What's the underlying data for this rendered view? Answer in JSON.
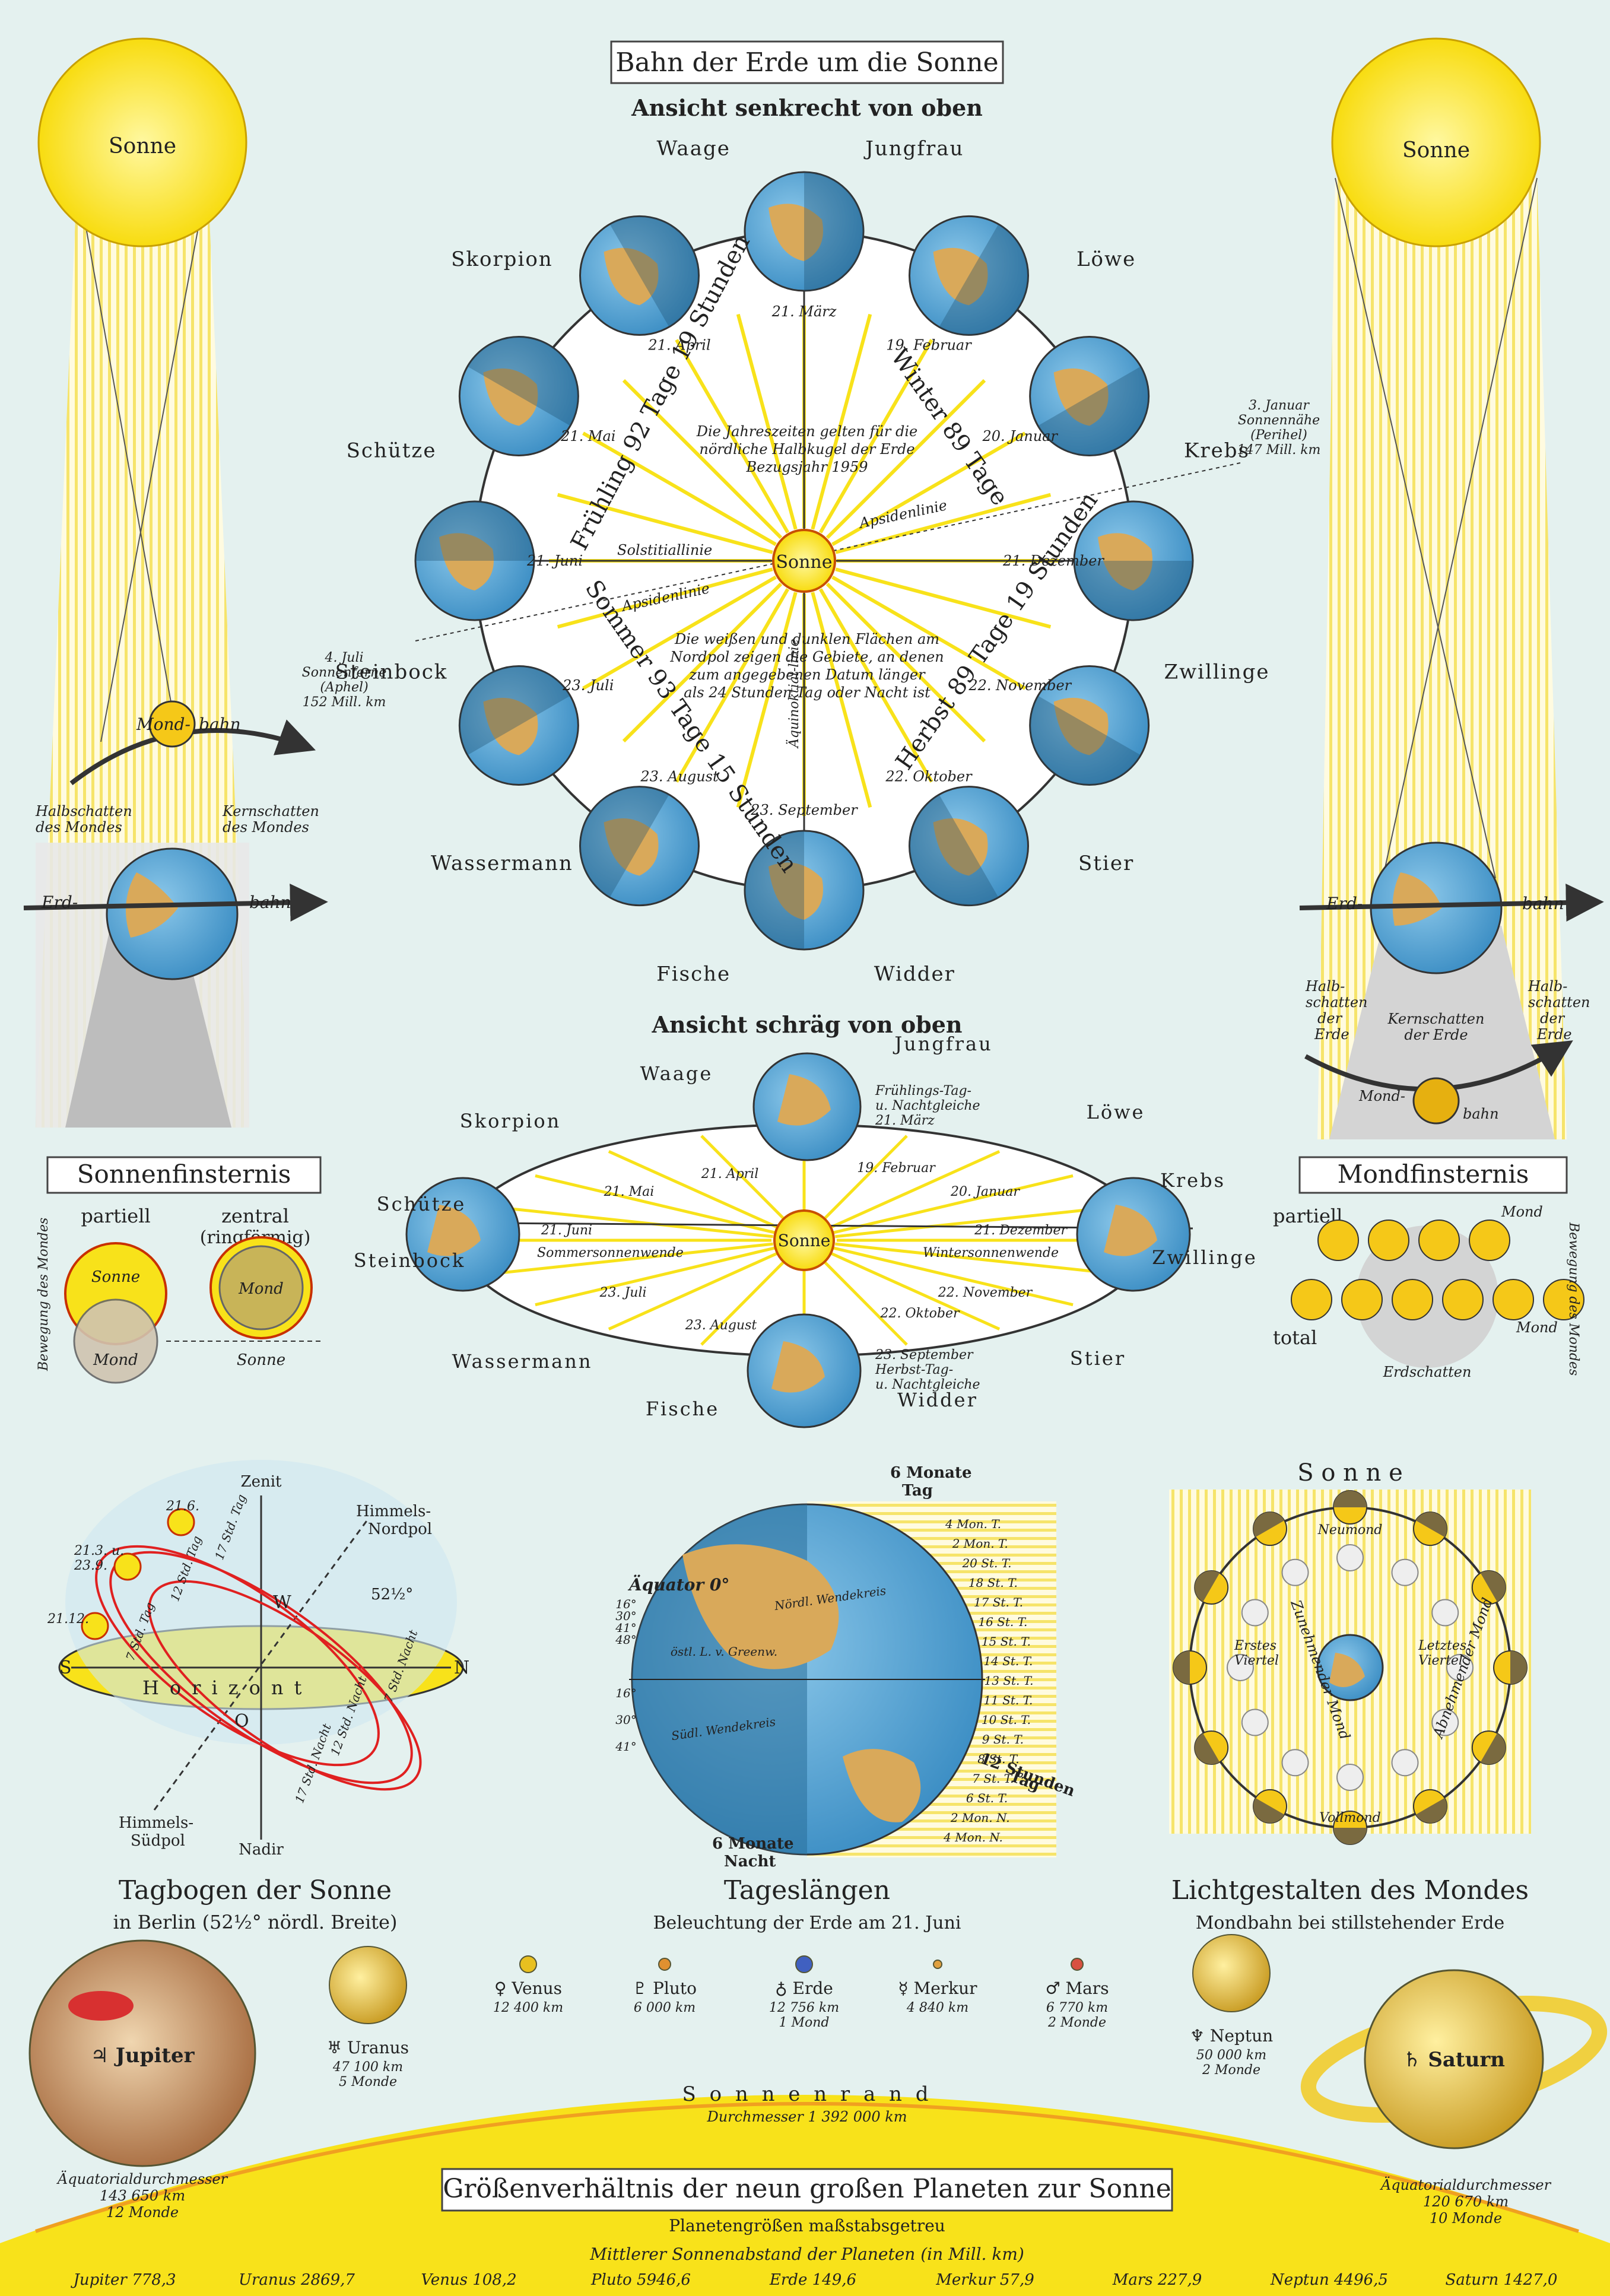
{
  "main_title": "Bahn der Erde um die Sonne",
  "view_top": "Ansicht senkrecht von oben",
  "view_oblique": "Ansicht schräg von oben",
  "sun": "Sonne",
  "zodiac_top": [
    "Waage",
    "Jungfrau",
    "Löwe",
    "Krebs",
    "Zwillinge",
    "Stier",
    "Widder",
    "Fische",
    "Wassermann",
    "Steinbock",
    "Schütze",
    "Skorpion"
  ],
  "dates_top": [
    "21. März",
    "19. Februar",
    "20. Januar",
    "21. Dezember",
    "22. November",
    "22. Oktober",
    "23. September",
    "23. August",
    "23. Juli",
    "21. Juni",
    "21. Mai",
    "21. April"
  ],
  "seasons": {
    "spring": "Frühling 92 Tage 19 Stunden",
    "winter": "Winter 89 Tage",
    "summer": "Sommer 93 Tage 15 Stunden",
    "autumn": "Herbst 89 Tage 19 Stunden"
  },
  "note_seasons": [
    "Die Jahreszeiten gelten für die",
    "nördliche Halbkugel der Erde",
    "Bezugsjahr 1959"
  ],
  "note_polar": [
    "Die weißen und dunklen Flächen am",
    "Nordpol zeigen die Gebiete, an denen",
    "zum angegebenen Datum länger",
    "als 24 Stunden Tag oder Nacht ist"
  ],
  "lines": {
    "solstice": "Solstitiallinie",
    "apsides": "Apsidenlinie",
    "equinox": "Äquinoktial-linie"
  },
  "perihel": [
    "3. Januar",
    "Sonnennähe",
    "(Perihel)",
    "147 Mill. km"
  ],
  "aphel": [
    "4. Juli",
    "Sonnenferne",
    "(Aphel)",
    "152 Mill. km"
  ],
  "oblique": {
    "zodiac": [
      "Waage",
      "Jungfrau",
      "Löwe",
      "Krebs",
      "Zwillinge",
      "Stier",
      "Widder",
      "Fische",
      "Wassermann",
      "Steinbock",
      "Schütze",
      "Skorpion"
    ],
    "dates": [
      "21. April",
      "19. Februar",
      "21. Mai",
      "20. Januar",
      "21. Juni",
      "21. Dezember",
      "23. Juli",
      "22. November",
      "23. August",
      "22. Oktober"
    ],
    "spring_eq": [
      "Frühlings-Tag-",
      "u. Nachtgleiche",
      "21. März"
    ],
    "autumn_eq": [
      "23. September",
      "Herbst-Tag-",
      "u. Nachtgleiche"
    ],
    "summer_sol": "Sommersonnenwende",
    "winter_sol": "Wintersonnenwende"
  },
  "solar_eclipse": {
    "title": "Sonnenfinsternis",
    "partial": "partiell",
    "central": [
      "zentral",
      "(ringförmig)"
    ],
    "moon": "Mond",
    "sun": "Sonne",
    "motion": "Bewegung des Mondes",
    "moon_orbit": [
      "Mond-",
      "bahn"
    ],
    "earth_orbit": [
      "Erd-",
      "bahn"
    ],
    "penumbra": [
      "Halbschatten",
      "des Mondes"
    ],
    "umbra": [
      "Kernschatten",
      "des Mondes"
    ]
  },
  "lunar_eclipse": {
    "title": "Mondfinsternis",
    "partial": "partiell",
    "total": "total",
    "moon": "Mond",
    "earth_shadow": "Erdschatten",
    "motion": "Bewegung des Mondes",
    "penumbra_left": [
      "Halb-",
      "schatten",
      "der",
      "Erde"
    ],
    "penumbra_right": [
      "Halb-",
      "schatten",
      "der",
      "Erde"
    ],
    "umbra": [
      "Kernschatten",
      "der Erde"
    ],
    "moon_orbit": [
      "Mond-",
      "bahn"
    ],
    "earth_orbit": [
      "Erd-",
      "bahn"
    ]
  },
  "day_arc": {
    "title": "Tagbogen der Sonne",
    "subtitle": "in Berlin (52½° nördl. Breite)",
    "zenith": "Zenit",
    "nadir": "Nadir",
    "north_pole": [
      "Himmels-",
      "Nordpol"
    ],
    "south_pole": [
      "Himmels-",
      "Südpol"
    ],
    "s": "S",
    "n": "N",
    "w": "W",
    "o": "O",
    "horizon": "Horizont",
    "angle": "52½°",
    "dates": [
      "21.6.",
      "21.3. u.",
      "23.9.",
      "21.12."
    ],
    "hours": [
      "17 Std. Tag",
      "12 Std. Tag",
      "7 Std. Tag",
      "17 Std. Nacht",
      "12 Std. Nacht",
      "7 Std. Nacht"
    ]
  },
  "day_length": {
    "title": "Tageslängen",
    "subtitle": "Beleuchtung der Erde am 21. Juni",
    "equator": "Äquator 0°",
    "top": [
      "6 Monate",
      "Tag"
    ],
    "bottom": [
      "6 Monate",
      "Nacht"
    ],
    "middle": [
      "12 Stunden",
      "Tag"
    ],
    "hours_right": [
      "4 Mon. T.",
      "2 Mon. T.",
      "20 St. T.",
      "18 St. T.",
      "17 St. T.",
      "16 St. T.",
      "15 St. T.",
      "14 St. T.",
      "13 St. T.",
      "11 St. T.",
      "10 St. T.",
      "9 St. T.",
      "8 St. T.",
      "7 St. T.",
      "6 St. T.",
      "2 Mon. N.",
      "4 Mon. N."
    ],
    "lat_left": [
      "16°",
      "30°",
      "41°",
      "48°",
      "16°",
      "30°",
      "41°"
    ],
    "tropic_n": "Nördl. Wendekreis",
    "tropic_s": "Südl. Wendekreis",
    "meridian": "östl. L. v. Greenw."
  },
  "moon_phases": {
    "title": "Lichtgestalten des Mondes",
    "subtitle": "Mondbahn bei stillstehender Erde",
    "sun": "S o n n e",
    "new": "Neumond",
    "full": "Vollmond",
    "first": [
      "Erstes",
      "Viertel"
    ],
    "last": [
      "Letztes",
      "Viertel"
    ],
    "waxing": "Zunehmender Mond",
    "waning": "Abnehmender Mond"
  },
  "planets": {
    "jupiter": {
      "name": "♃ Jupiter",
      "info": [
        "Äquatorialdurchmesser",
        "143 650 km",
        "12 Monde"
      ]
    },
    "uranus": {
      "name": "♅ Uranus",
      "info": [
        "47 100 km",
        "5 Monde"
      ]
    },
    "venus": {
      "name": "♀ Venus",
      "info": [
        "12 400 km"
      ]
    },
    "pluto": {
      "name": "♇ Pluto",
      "info": [
        "6 000 km"
      ]
    },
    "earth": {
      "name": "♁ Erde",
      "info": [
        "12 756 km",
        "1 Mond"
      ]
    },
    "mercury": {
      "name": "☿ Merkur",
      "info": [
        "4 840 km"
      ]
    },
    "mars": {
      "name": "♂ Mars",
      "info": [
        "6 770 km",
        "2 Monde"
      ]
    },
    "neptune": {
      "name": "♆ Neptun",
      "info": [
        "50 000 km",
        "2 Monde"
      ]
    },
    "saturn": {
      "name": "♄ Saturn",
      "info": [
        "Äquatorialdurchmesser",
        "120 670 km",
        "10 Monde"
      ]
    }
  },
  "sun_edge": "S o n n e n r a n d",
  "sun_diameter": "Durchmesser 1 392 000 km",
  "bottom_title": "Größenverhältnis der neun großen Planeten zur Sonne",
  "bottom_sub": "Planetengrößen maßstabsgetreu",
  "distance_title": "Mittlerer Sonnenabstand der Planeten (in Mill. km)",
  "distances": [
    "Jupiter 778,3",
    "Uranus 2869,7",
    "Venus 108,2",
    "Pluto 5946,6",
    "Erde 149,6",
    "Merkur 57,9",
    "Mars 227,9",
    "Neptun 4496,5",
    "Saturn 1427,0"
  ],
  "colors": {
    "sun": "#f8e21a",
    "ocean": "#5fa9d6",
    "land": "#d9a95a",
    "paper": "#e4f1ef"
  }
}
